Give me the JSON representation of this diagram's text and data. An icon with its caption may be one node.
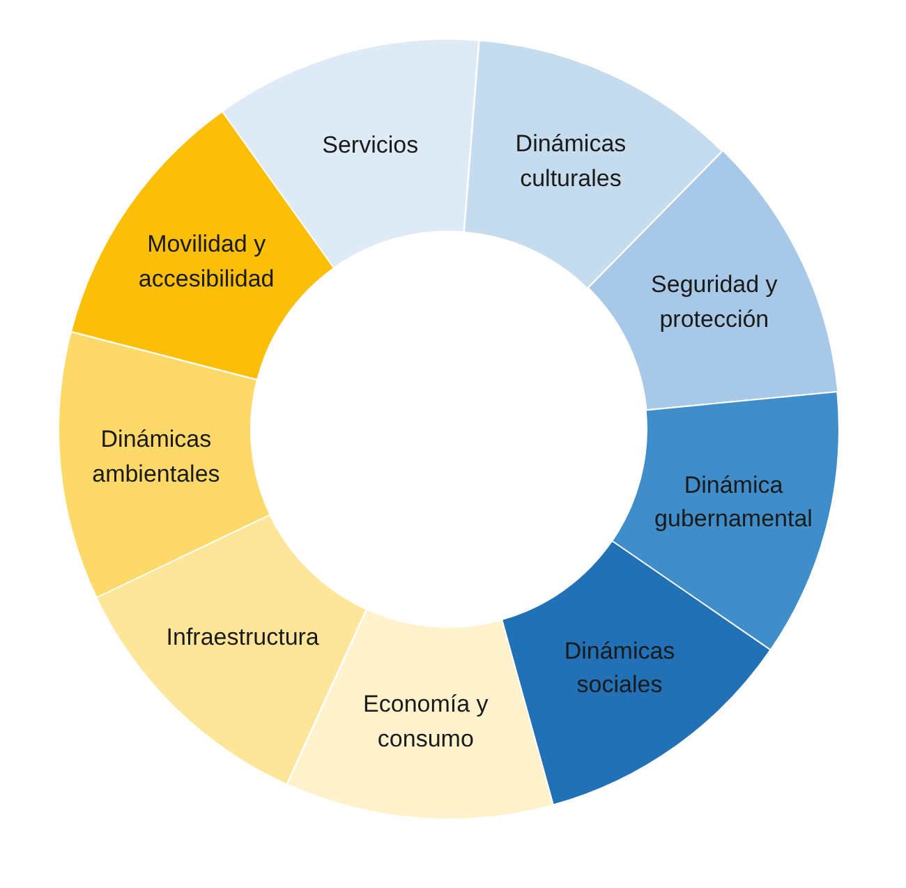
{
  "diagram": {
    "nodes": [
      {
        "text": [
          "Servicios"
        ]
      },
      {
        "text": [
          "Dinámicas culturales"
        ]
      },
      {
        "text": [
          "Seguridad y protección"
        ]
      },
      {
        "text": [
          "Dinámica gubernamental"
        ]
      },
      {
        "text": [
          "Dinámicas sociales"
        ]
      },
      {
        "text": [
          "Economía y consumo"
        ]
      },
      {
        "text": [
          "Infraestructura"
        ]
      },
      {
        "text": [
          "Dinámicas ambientales"
        ]
      },
      {
        "text": [
          "Movilidad y accesibilidad"
        ]
      }
    ]
  }
}
